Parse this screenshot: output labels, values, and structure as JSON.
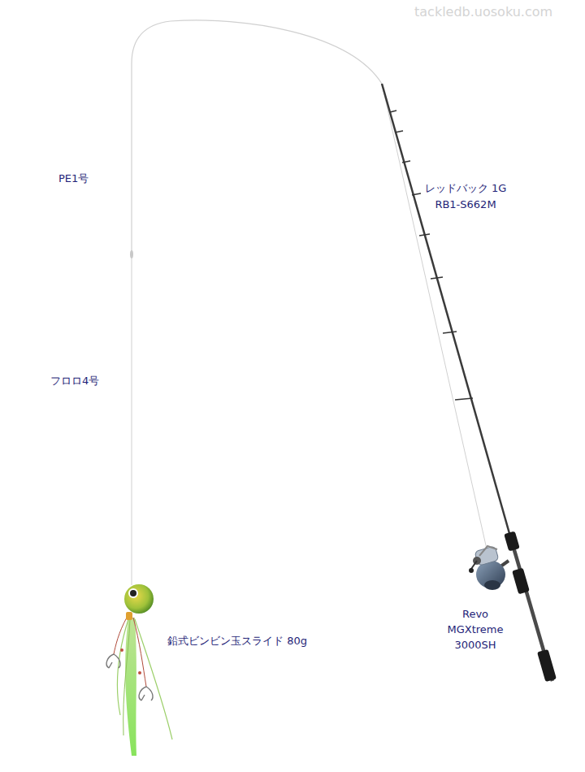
{
  "diagram": {
    "labels": [
      "tackledb.uosoku.com",
      "PE1号",
      "フロロ4号",
      "レッドバック 1G",
      "RB1-S662M",
      "Revo",
      "MGXtreme",
      "3000SH",
      "鉛式ビンビン玉スライド 80g"
    ]
  }
}
